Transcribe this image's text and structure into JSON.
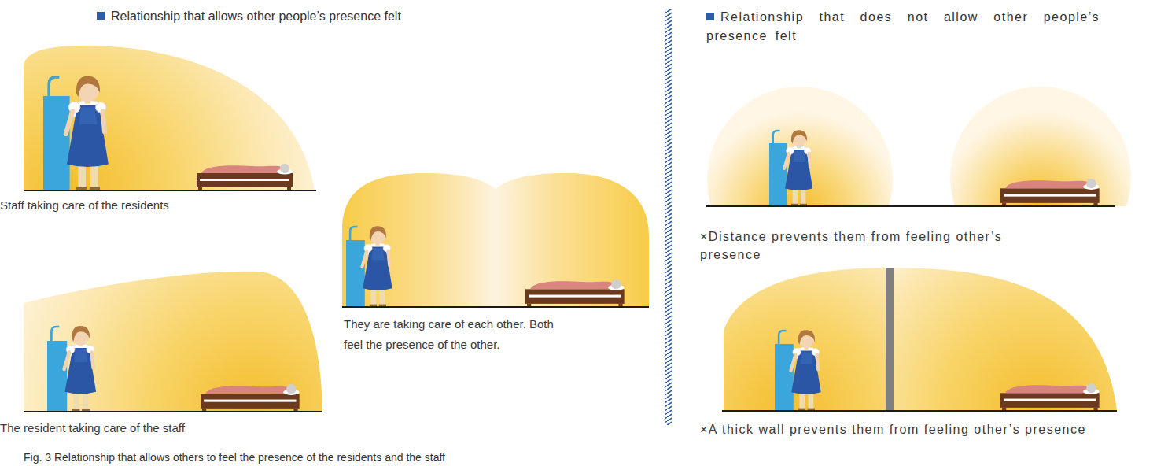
{
  "diagram": {
    "caption": "Fig. 3 Relationship that allows others to feel the presence of the residents and the staff",
    "nodes": [
      {
        "text": [
          "Staff taking care of the residents"
        ]
      },
      {
        "text": [
          "The resident taking care of the staff"
        ]
      },
      {
        "text": [
          "They are taking care of each other. Both feel the presence of the other."
        ]
      },
      {
        "text": [
          "×Distance prevents them from feeling other’s presence"
        ]
      },
      {
        "text": [
          "×A thick wall prevents them from feeling other’s presence"
        ]
      }
    ],
    "labels": [
      "Relationship that allows other people’s presence felt",
      "Relationship that does not allow other people’s presence felt"
    ]
  }
}
